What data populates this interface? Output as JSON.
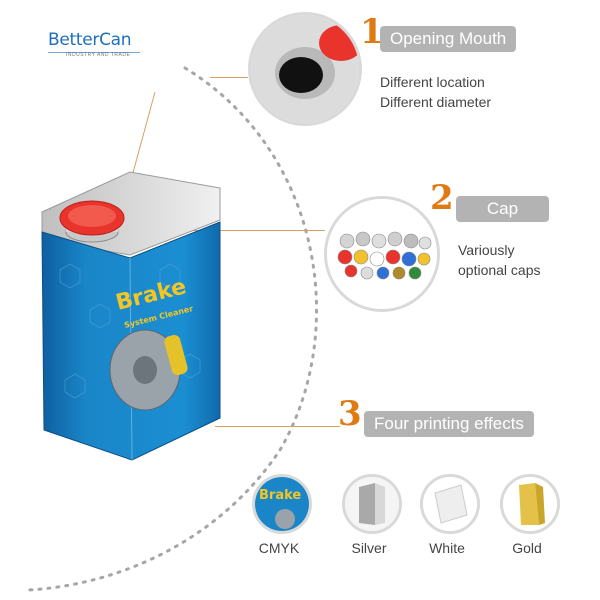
{
  "brand": {
    "name_part1": "Better",
    "name_part2": "Can",
    "tagline": "INDUSTRY AND TRADE"
  },
  "features": [
    {
      "number": "1",
      "title": "Opening Mouth",
      "lines": [
        "Different location",
        "Different diameter"
      ]
    },
    {
      "number": "2",
      "title": "Cap",
      "lines": [
        "Variously",
        "optional caps"
      ]
    },
    {
      "number": "3",
      "title": "Four printing effects",
      "lines": []
    }
  ],
  "product": {
    "label_title": "Brake",
    "label_subtitle": "System Cleaner"
  },
  "effects": [
    {
      "label": "CMYK",
      "icon": "cmyk-print-sample"
    },
    {
      "label": "Silver",
      "icon": "silver-print-sample"
    },
    {
      "label": "White",
      "icon": "white-print-sample"
    },
    {
      "label": "Gold",
      "icon": "gold-print-sample"
    }
  ],
  "colors": {
    "accent": "#e07a12",
    "pill": "#b3b3b3",
    "brand": "#1e6fb8",
    "can_blue": "#1a86c8",
    "cap_red": "#e8342c"
  }
}
